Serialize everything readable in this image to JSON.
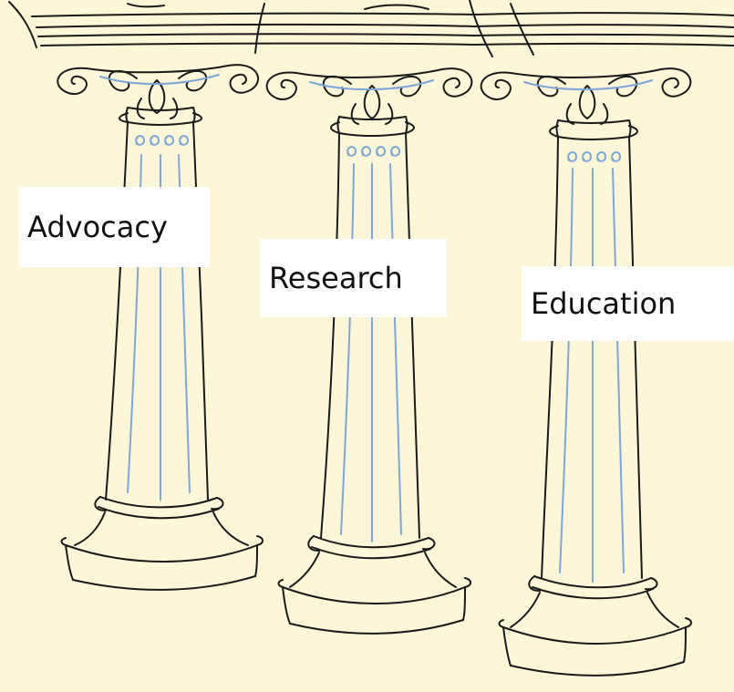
{
  "pillars": [
    {
      "label": "Advocacy"
    },
    {
      "label": "Research"
    },
    {
      "label": "Education"
    }
  ],
  "colors": {
    "background": "#fdf7d9",
    "ink": "#1a1a1a",
    "accent": "#7ea6d8",
    "column_fill": "#f7f3e8",
    "label_box": "#ffffff"
  }
}
